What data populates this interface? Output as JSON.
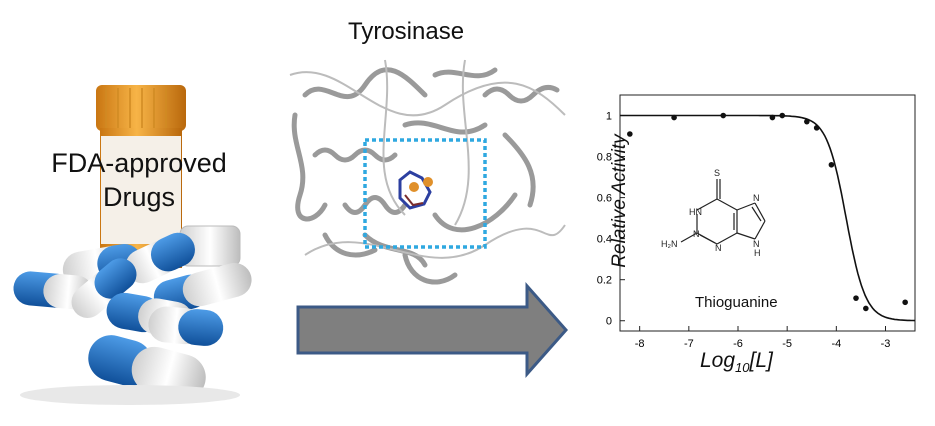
{
  "left_panel": {
    "label": "FDA-approved Drugs",
    "label_lines": [
      "FDA-approved",
      "Drugs"
    ]
  },
  "middle_panel": {
    "title": "Tyrosinase",
    "highlight_box_color": "#2fa8e0"
  },
  "arrow": {
    "fill": "#7f7f7f",
    "stroke": "#3c5a86"
  },
  "colors": {
    "pill_blue": "#1f6fbf",
    "bottle_orange": "#f0a030",
    "chart_line": "#111111"
  },
  "molecule": {
    "name": "Thioguanine",
    "atoms": {
      "S": "S",
      "N": "N",
      "H2N": "H₂N",
      "NH": "H"
    }
  },
  "chart_data": {
    "type": "scatter",
    "title": "",
    "xlabel": "Log10[L]",
    "ylabel": "Relative Activity",
    "xlim": [
      -8.4,
      -2.4
    ],
    "ylim": [
      -0.05,
      1.1
    ],
    "x_ticks": [
      "-8",
      "-7",
      "-6",
      "-5",
      "-4",
      "-3"
    ],
    "y_ticks": [
      "0",
      "0.2",
      "0.4",
      "0.6",
      "0.8",
      "1"
    ],
    "x": [
      -8.2,
      -7.3,
      -6.3,
      -5.3,
      -5.1,
      -4.6,
      -4.4,
      -4.1,
      -3.6,
      -3.4,
      -2.6
    ],
    "y": [
      0.91,
      0.99,
      1.0,
      0.99,
      1.0,
      0.97,
      0.94,
      0.76,
      0.11,
      0.06,
      0.09
    ],
    "fit_curve": {
      "type": "sigmoid",
      "top": 1.0,
      "bottom": 0.0,
      "logIC50": -3.8,
      "hill": 2.2
    },
    "grid": false
  }
}
